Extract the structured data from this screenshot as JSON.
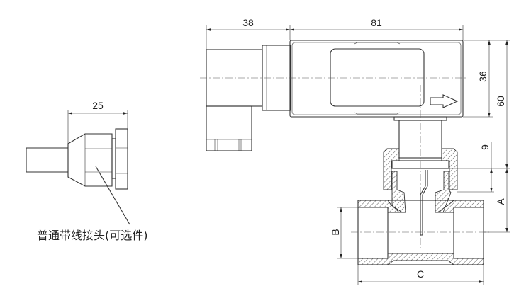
{
  "dimensions": {
    "connector_length": "38",
    "body_length": "81",
    "body_height": "36",
    "total_height": "60",
    "nut_height": "9",
    "dim_a": "A",
    "dim_b": "B",
    "dim_c": "C",
    "cable_gland_length": "25"
  },
  "notes": {
    "cable_gland_label": "普通带线接头(可选件)"
  }
}
